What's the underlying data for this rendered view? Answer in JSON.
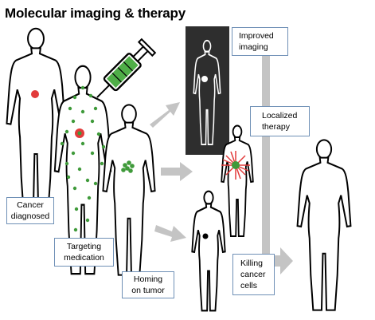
{
  "title": "Molecular imaging  & therapy",
  "labels": {
    "cancer_diagnosed": "Cancer\ndiagnosed",
    "targeting_medication": "Targeting\nmedication",
    "homing_on_tumor": "Homing\non tumor",
    "improved_imaging": "Improved\nimaging",
    "localized_therapy": "Localized\ntherapy",
    "killing_cancer_cells": "Killing\ncancer\ncells"
  },
  "colors": {
    "tumor_red": "#e23b3b",
    "medication_green": "#3f9a3a",
    "label_border": "#6f90b6",
    "arrow_gray": "#c4c4c4",
    "imaging_panel": "#2e2e2e"
  }
}
